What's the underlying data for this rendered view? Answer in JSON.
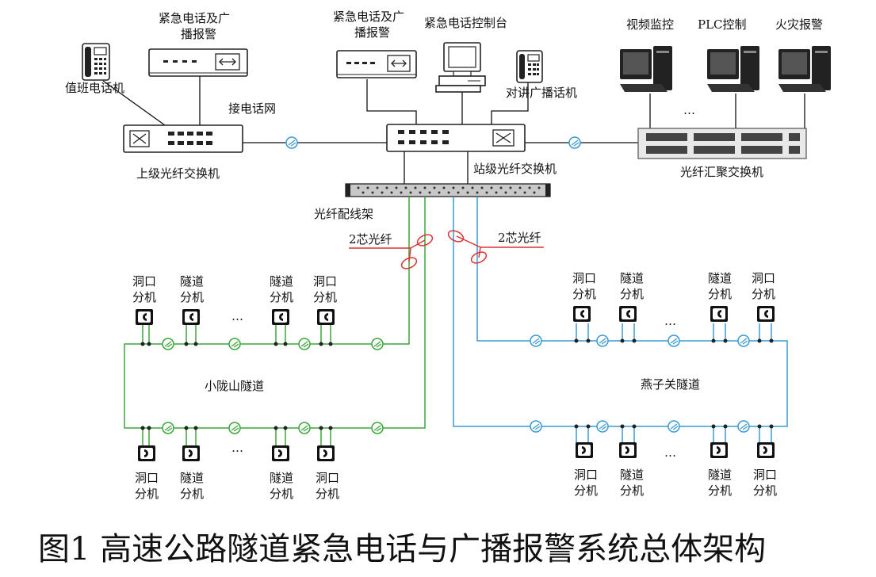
{
  "labels": {
    "duty_phone": "值班电话机",
    "upper_broadcast": "紧急电话及广播报警",
    "phone_network": "接电话网",
    "upper_switch": "上级光纤交换机",
    "station_broadcast": "紧急电话及广播报警",
    "console": "紧急电话控制台",
    "intercom": "对讲广播话机",
    "station_switch": "站级光纤交换机",
    "video": "视频监控",
    "plc": "PLC控制",
    "fire": "火灾报警",
    "aggregation_switch": "光纤汇聚交换机",
    "ellipsis": "…",
    "odf": "光纤配线架",
    "fiber_left": "2芯光纤",
    "fiber_right": "2芯光纤",
    "tunnel_left": "小陇山隧道",
    "tunnel_right": "燕子关隧道",
    "portal_ext": "洞口分机",
    "tunnel_ext": "隧道分机",
    "caption": "图1  高速公路隧道紧急电话与广播报警系统总体架构"
  },
  "colors": {
    "left_loop": "#3aa63a",
    "right_loop": "#3a9ad4",
    "fiber_marker": "#d33333"
  },
  "icons": [
    "telephone-icon",
    "broadcast-alarm-icon",
    "switch-icon",
    "computer-icon",
    "extension-phone-icon",
    "fiber-connector-icon"
  ]
}
